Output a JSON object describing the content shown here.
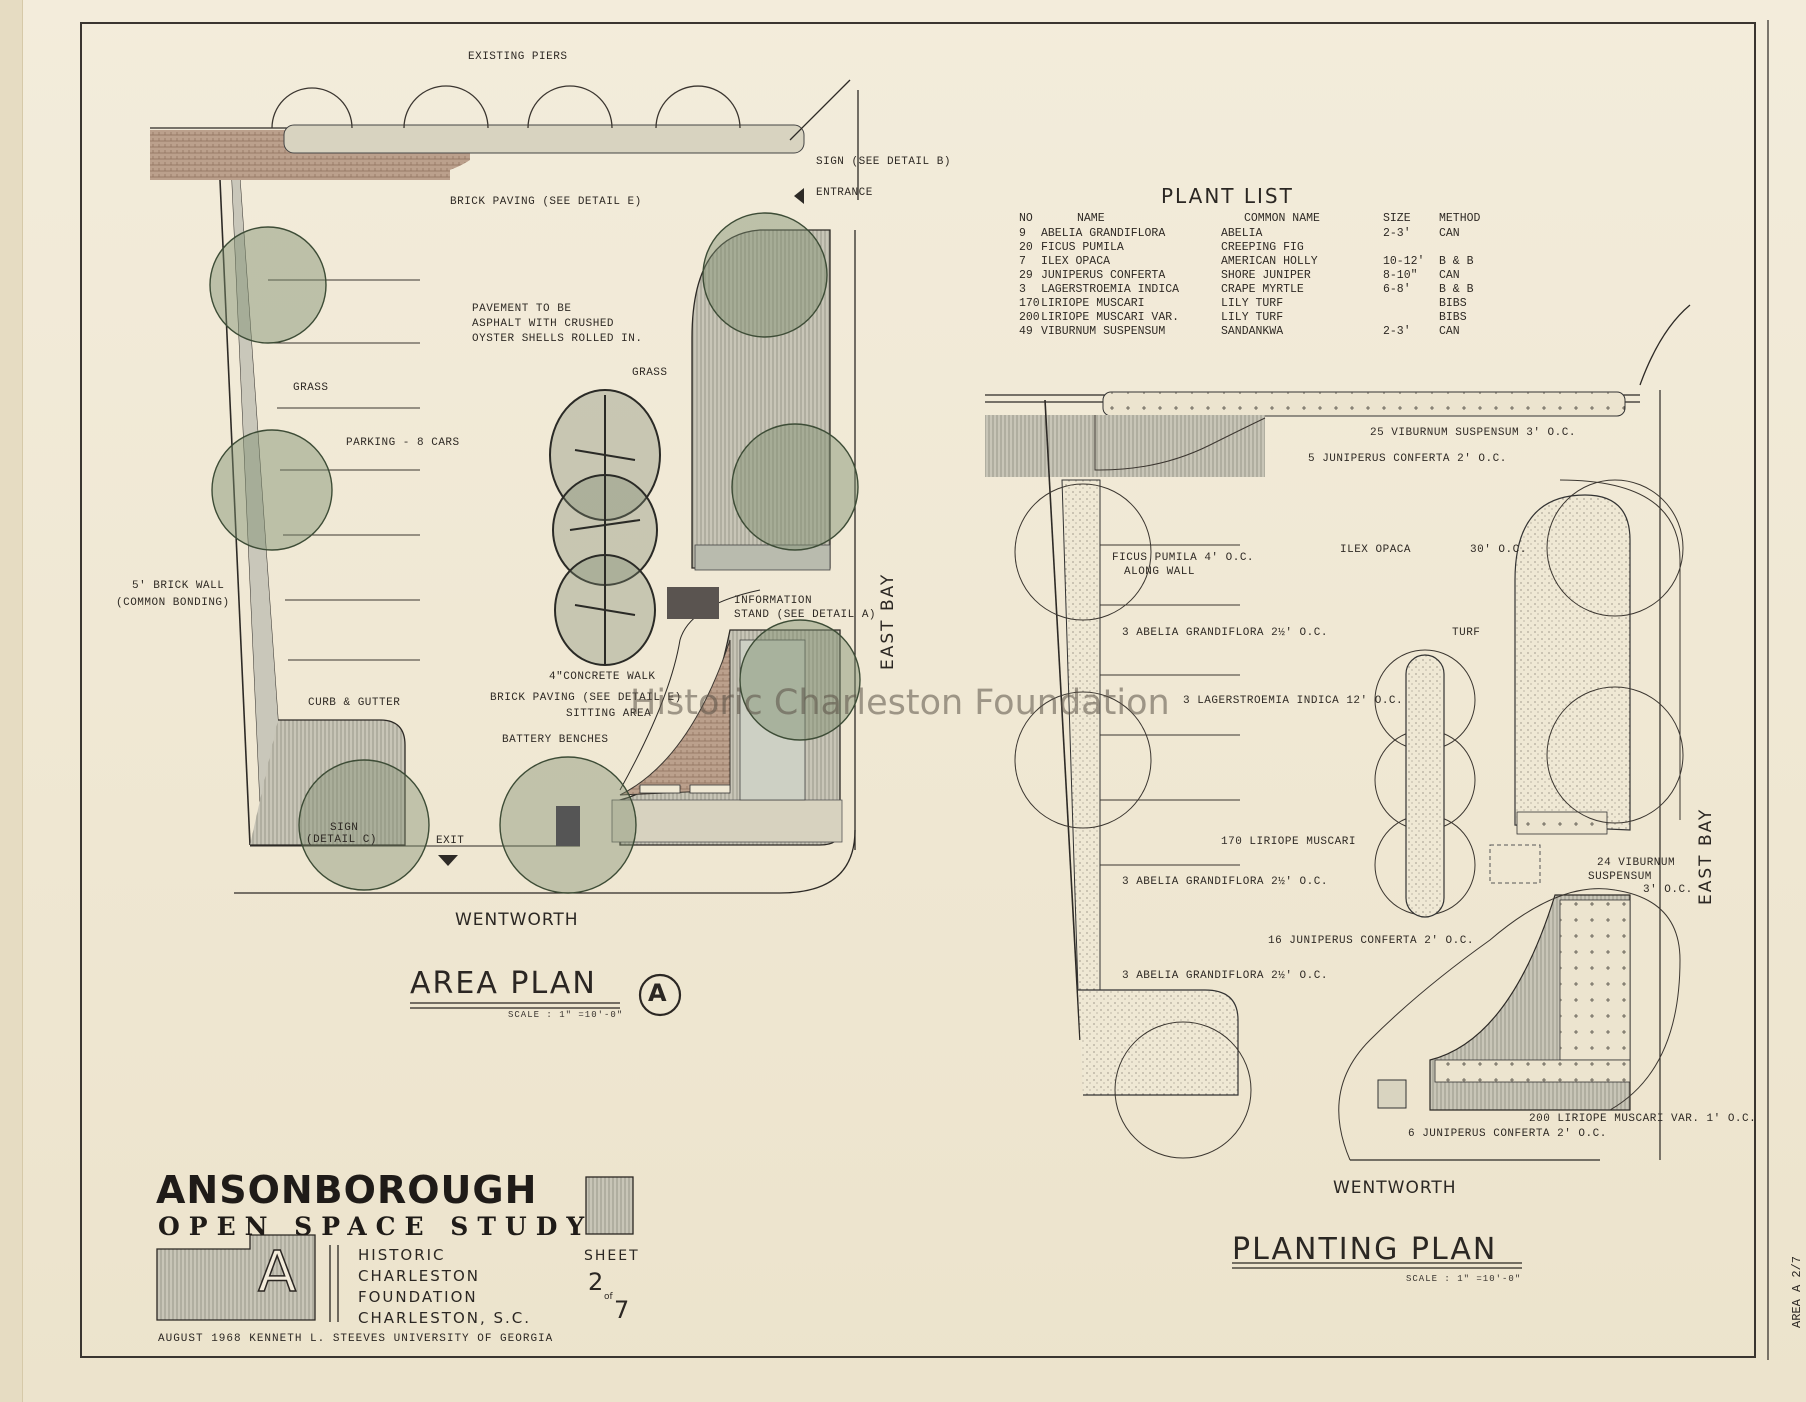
{
  "title": {
    "main": "ANSONBOROUGH",
    "sub": "OPEN SPACE STUDY",
    "sheet_letter": "A"
  },
  "org_block": {
    "line1": "HISTORIC",
    "line2": "CHARLESTON",
    "line3": "FOUNDATION",
    "line4": "CHARLESTON, S.C."
  },
  "sheet": {
    "label": "SHEET",
    "number": "2",
    "of": "of",
    "total": "7"
  },
  "footer": "AUGUST 1968   KENNETH L. STEEVES   UNIVERSITY OF GEORGIA",
  "side_code": "AREA A 2/7",
  "watermark": "Historic Charleston Foundation",
  "area_plan": {
    "title": "AREA PLAN",
    "badge": "A",
    "scale": "SCALE : 1\" =10'-0\"",
    "street_bottom": "WENTWORTH",
    "street_right": "EAST BAY",
    "labels": {
      "piers": "EXISTING PIERS",
      "sign": "SIGN (SEE DETAIL B)",
      "entrance": "ENTRANCE",
      "brick_paving": "BRICK PAVING (SEE DETAIL E)",
      "pavement1": "PAVEMENT TO BE",
      "pavement2": "ASPHALT WITH CRUSHED",
      "pavement3": "OYSTER SHELLS ROLLED IN.",
      "grass_left": "GRASS",
      "grass_right": "GRASS",
      "parking": "PARKING - 8 CARS",
      "wall1": "5' BRICK WALL",
      "wall2": "(COMMON BONDING)",
      "info1": "INFORMATION",
      "info2": "STAND (SEE DETAIL A)",
      "walk": "4\"CONCRETE WALK",
      "brick_sitting": "BRICK PAVING (SEE DETAIL E)",
      "sitting": "SITTING AREA",
      "benches": "BATTERY BENCHES",
      "curb": "CURB & GUTTER",
      "sign_c1": "SIGN",
      "sign_c2": "(DETAIL C)",
      "exit": "EXIT"
    }
  },
  "planting_plan": {
    "title": "PLANTING PLAN",
    "scale": "SCALE : 1\" =10'-0\"",
    "street_bottom": "WENTWORTH",
    "street_right": "EAST BAY",
    "labels": {
      "viburnum25": "25 VIBURNUM SUSPENSUM 3' o.c.",
      "juniperus5": "5 JUNIPERUS CONFERTA 2' o.c.",
      "ficus1": "FICUS PUMILA 4' o.c.",
      "ficus2": "ALONG WALL",
      "ilex": "ILEX OPACA",
      "ilex_sp": "30' o.c.",
      "abelia_a": "3 ABELIA GRANDIFLORA 2½' o.c.",
      "turf": "TURF",
      "lagerstroemia": "3 LAGERSTROEMIA INDICA 12' o.c.",
      "liriope170": "170 LIRIOPE MUSCARI",
      "viburnum24_1": "24 VIBURNUM",
      "viburnum24_2": "SUSPENSUM",
      "viburnum24_3": "3' o.c.",
      "abelia_b": "3 ABELIA GRANDIFLORA 2½' o.c.",
      "juniperus16": "16 JUNIPERUS CONFERTA 2' o.c.",
      "abelia_c": "3 ABELIA GRANDIFLORA 2½' o.c.",
      "liriope200": "200 LIRIOPE MUSCARI VAR. 1' o.c.",
      "juniperus6": "6 JUNIPERUS CONFERTA 2' o.c."
    }
  },
  "plant_list": {
    "heading": "PLANT LIST",
    "columns": [
      "NO",
      "NAME",
      "COMMON NAME",
      "SIZE",
      "METHOD"
    ],
    "rows": [
      [
        "9",
        "ABELIA GRANDIFLORA",
        "ABELIA",
        "2-3'",
        "CAN"
      ],
      [
        "20",
        "FICUS PUMILA",
        "CREEPING FIG",
        "",
        ""
      ],
      [
        "7",
        "ILEX OPACA",
        "AMERICAN HOLLY",
        "10-12'",
        "B & B"
      ],
      [
        "29",
        "JUNIPERUS CONFERTA",
        "SHORE JUNIPER",
        "8-10\"",
        "CAN"
      ],
      [
        "3",
        "LAGERSTROEMIA INDICA",
        "CRAPE MYRTLE",
        "6-8'",
        "B & B"
      ],
      [
        "170",
        "LIRIOPE MUSCARI",
        "LILY TURF",
        "",
        "BIBS"
      ],
      [
        "200",
        "LIRIOPE MUSCARI VAR.",
        "LILY TURF",
        "",
        "BIBS"
      ],
      [
        "49",
        "VIBURNUM SUSPENSUM",
        "SANDANKWA",
        "2-3'",
        "CAN"
      ]
    ]
  },
  "colors": {
    "paper": "#f1ead8",
    "ink": "#2b2723",
    "brick": "#b59a86",
    "grass": "#9fa49a",
    "tree": "#5d7254"
  }
}
